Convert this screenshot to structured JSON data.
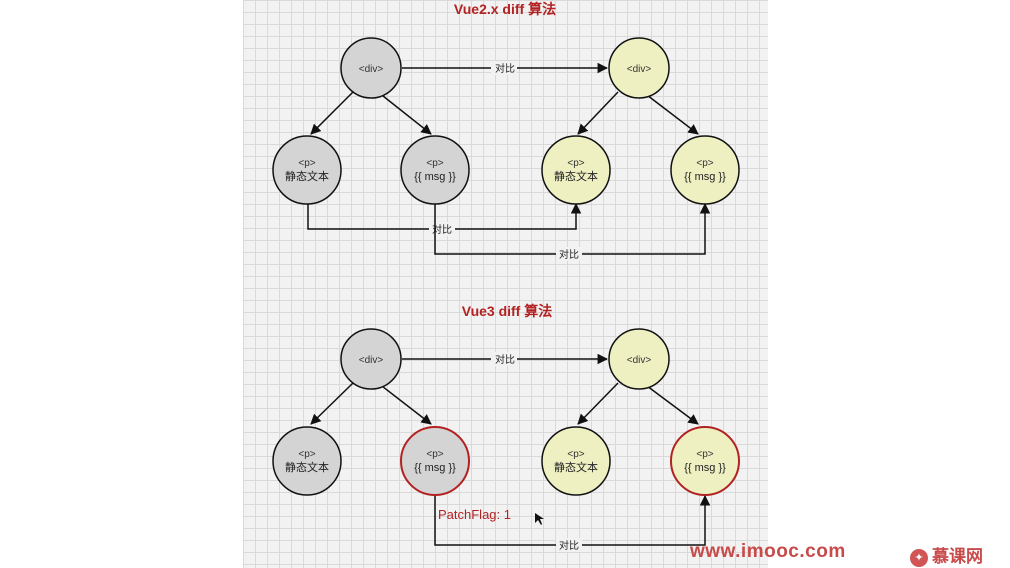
{
  "diagram_top": {
    "title": "Vue2.x diff 算法",
    "edge_label": "对比",
    "left_tree": {
      "root": {
        "tag": "<div>"
      },
      "children": [
        {
          "tag": "<p>",
          "text": "静态文本"
        },
        {
          "tag": "<p>",
          "text": "{{ msg }}"
        }
      ]
    },
    "right_tree": {
      "root": {
        "tag": "<div>"
      },
      "children": [
        {
          "tag": "<p>",
          "text": "静态文本"
        },
        {
          "tag": "<p>",
          "text": "{{ msg }}"
        }
      ]
    }
  },
  "diagram_bottom": {
    "title": "Vue3 diff 算法",
    "edge_label": "对比",
    "patch_flag": "PatchFlag: 1",
    "left_tree": {
      "root": {
        "tag": "<div>"
      },
      "children": [
        {
          "tag": "<p>",
          "text": "静态文本"
        },
        {
          "tag": "<p>",
          "text": "{{ msg }}"
        }
      ]
    },
    "right_tree": {
      "root": {
        "tag": "<div>"
      },
      "children": [
        {
          "tag": "<p>",
          "text": "静态文本"
        },
        {
          "tag": "<p>",
          "text": "{{ msg }}"
        }
      ]
    }
  },
  "colors": {
    "old_node_fill": "#d4d4d4",
    "new_node_fill": "#eef0c2",
    "highlight_stroke": "#b22222",
    "title_color": "#b22222"
  },
  "watermark": {
    "url": "www.imooc.com",
    "brand": "慕课网"
  }
}
